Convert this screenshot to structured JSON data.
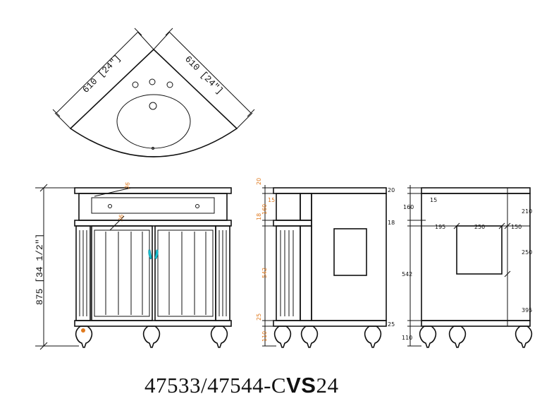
{
  "top_view": {
    "dim_left": "610 [24″]",
    "dim_right": "610 [24″]"
  },
  "front_view": {
    "dim_height": "875 [34 1/2″]",
    "dim_top_orange": "36",
    "dim_door_orange": "36"
  },
  "side_view": {
    "dims_orange": [
      "20",
      "15",
      "160",
      "18",
      "542",
      "25",
      "110"
    ]
  },
  "back_view": {
    "dims_left": [
      "20",
      "160",
      "18",
      "542",
      "25",
      "110"
    ],
    "dim_top_inner": "15",
    "dims_right": [
      "210",
      "250",
      "395"
    ],
    "dims_horizontal": [
      "195",
      "250",
      "150"
    ]
  },
  "model": {
    "prefix": "47533/47544-C",
    "bold": "VS",
    "suffix": "24"
  },
  "colors": {
    "ink": "#111111",
    "orange_dims": "#e07a1f",
    "cyan_handle": "#19c6d8"
  }
}
